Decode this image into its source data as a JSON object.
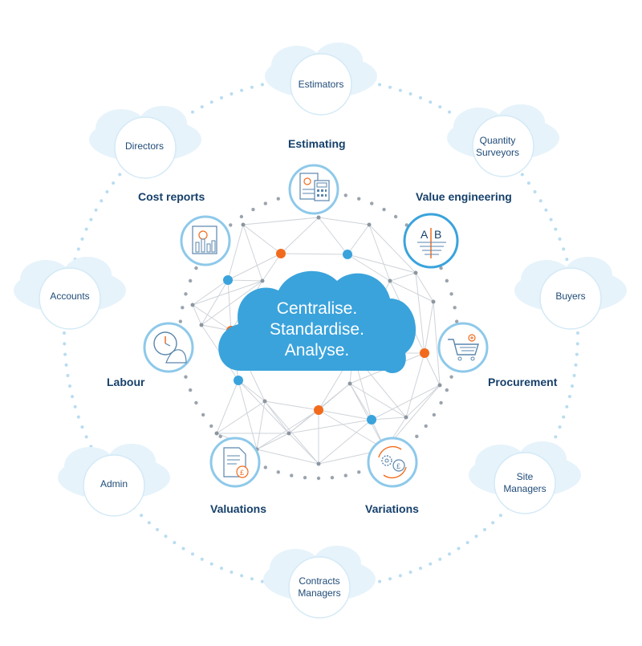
{
  "center": {
    "line1": "Centralise.",
    "line2": "Standardise.",
    "line3": "Analyse."
  },
  "roles": {
    "estimators": "Estimators",
    "directors": "Directors",
    "quantity_surveyors_1": "Quantity",
    "quantity_surveyors_2": "Surveyors",
    "accounts": "Accounts",
    "buyers": "Buyers",
    "admin": "Admin",
    "site_managers_1": "Site",
    "site_managers_2": "Managers",
    "contracts_managers_1": "Contracts",
    "contracts_managers_2": "Managers"
  },
  "functions": {
    "estimating": "Estimating",
    "cost_reports": "Cost reports",
    "value_engineering": "Value engineering",
    "labour": "Labour",
    "procurement": "Procurement",
    "valuations": "Valuations",
    "variations": "Variations"
  },
  "icons": {
    "estimating": "calculator-document-icon",
    "cost_reports": "bar-chart-report-icon",
    "value_engineering": "ab-comparison-icon",
    "labour": "clock-hardhat-icon",
    "procurement": "shopping-cart-icon",
    "valuations": "pound-document-icon",
    "variations": "gear-pound-cycle-icon"
  },
  "colors": {
    "primary_blue": "#3aa3dc",
    "dark_blue": "#16406b",
    "accent_orange": "#f26b1d",
    "cloud_light": "#e6f3fb",
    "dot_light": "#b9dcf1"
  }
}
